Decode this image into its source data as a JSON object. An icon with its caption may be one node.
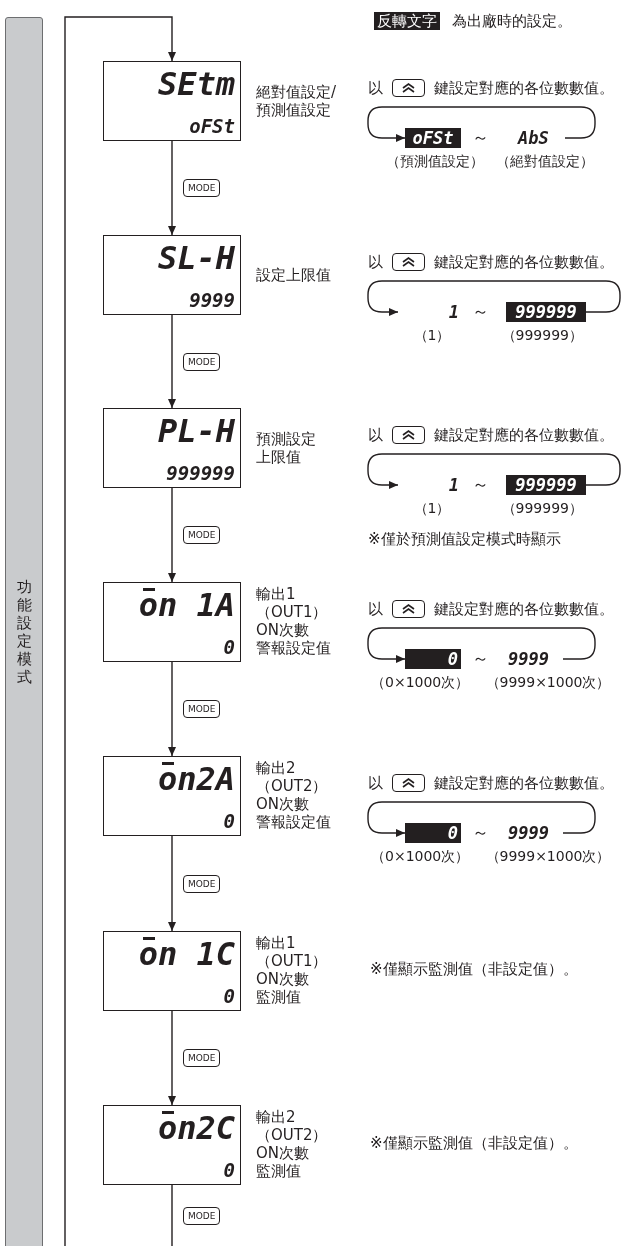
{
  "diagram": {
    "nodes": [
      {
        "text": [
          "功能設定模式"
        ]
      },
      {
        "text": [
          "SEtm",
          "oFSt"
        ],
        "beside": [
          "絕對值設定/預測值設定"
        ]
      },
      {
        "text": [
          "SL-H",
          "9999"
        ],
        "beside": [
          "設定上限值"
        ]
      },
      {
        "text": [
          "PL-H",
          "999999"
        ],
        "beside": [
          "預測設定上限值"
        ]
      },
      {
        "text": [
          "on 1A",
          "0"
        ],
        "beside": [
          "輸出1（OUT1）ON次數警報設定值"
        ]
      },
      {
        "text": [
          "on2A",
          "0"
        ],
        "beside": [
          "輸出2（OUT2）ON次數警報設定值"
        ]
      },
      {
        "text": [
          "on 1C",
          "0"
        ],
        "beside": [
          "輸出1（OUT1）ON次數監測值"
        ]
      },
      {
        "text": [
          "on2C",
          "0"
        ],
        "beside": [
          "輸出2（OUT2）ON次數監測值"
        ]
      },
      {
        "text": [
          "oFSt"
        ],
        "beside": [
          "（預測值設定）"
        ]
      },
      {
        "text": [
          "AbS"
        ],
        "beside": [
          "（絕對值設定）"
        ]
      },
      {
        "text": [
          "1"
        ],
        "beside": [
          "（1）"
        ]
      },
      {
        "text": [
          "999999"
        ],
        "beside": [
          "（999999）"
        ]
      },
      {
        "text": [
          "1"
        ],
        "beside": [
          "（1）"
        ]
      },
      {
        "text": [
          "999999"
        ],
        "beside": [
          "（999999）"
        ]
      },
      {
        "text": [
          "0"
        ],
        "beside": [
          "（0×1000次）"
        ]
      },
      {
        "text": [
          "9999"
        ],
        "beside": [
          "（9999×1000次）"
        ]
      },
      {
        "text": [
          "0"
        ],
        "beside": [
          "（0×1000次）"
        ]
      },
      {
        "text": [
          "9999"
        ],
        "beside": [
          "（9999×1000次）"
        ]
      }
    ],
    "edges": [
      {
        "from": null,
        "to": 1,
        "arrow": "to"
      },
      {
        "from": 1,
        "to": 2,
        "arrow": "to",
        "label": "MODE"
      },
      {
        "from": 2,
        "to": 3,
        "arrow": "to",
        "label": "MODE"
      },
      {
        "from": 3,
        "to": 4,
        "arrow": "to",
        "label": "MODE"
      },
      {
        "from": 4,
        "to": 5,
        "arrow": "to",
        "label": "MODE"
      },
      {
        "from": 5,
        "to": 6,
        "arrow": "to",
        "label": "MODE"
      },
      {
        "from": 6,
        "to": 7,
        "arrow": "to",
        "label": "MODE"
      },
      {
        "from": 7,
        "to": null,
        "arrow": "none",
        "label": "MODE"
      },
      {
        "from": 9,
        "to": 8,
        "arrow": "to"
      },
      {
        "from": 11,
        "to": 10,
        "arrow": "to"
      },
      {
        "from": 13,
        "to": 12,
        "arrow": "to"
      },
      {
        "from": 15,
        "to": 14,
        "arrow": "to"
      },
      {
        "from": 17,
        "to": 16,
        "arrow": "to"
      }
    ],
    "labels": [
      "反轉文字",
      "為出廠時的設定。",
      "以",
      "鍵設定對應的各位數數值。",
      "～",
      "以",
      "鍵設定對應的各位數數值。",
      "～",
      "以",
      "鍵設定對應的各位數數值。",
      "～",
      "以",
      "鍵設定對應的各位數數值。",
      "～",
      "以",
      "鍵設定對應的各位數數值。",
      "～",
      "※僅於預測值設定模式時顯示",
      "※僅顯示監測值（非設定值）。",
      "※僅顯示監測值（非設定值）。"
    ]
  }
}
